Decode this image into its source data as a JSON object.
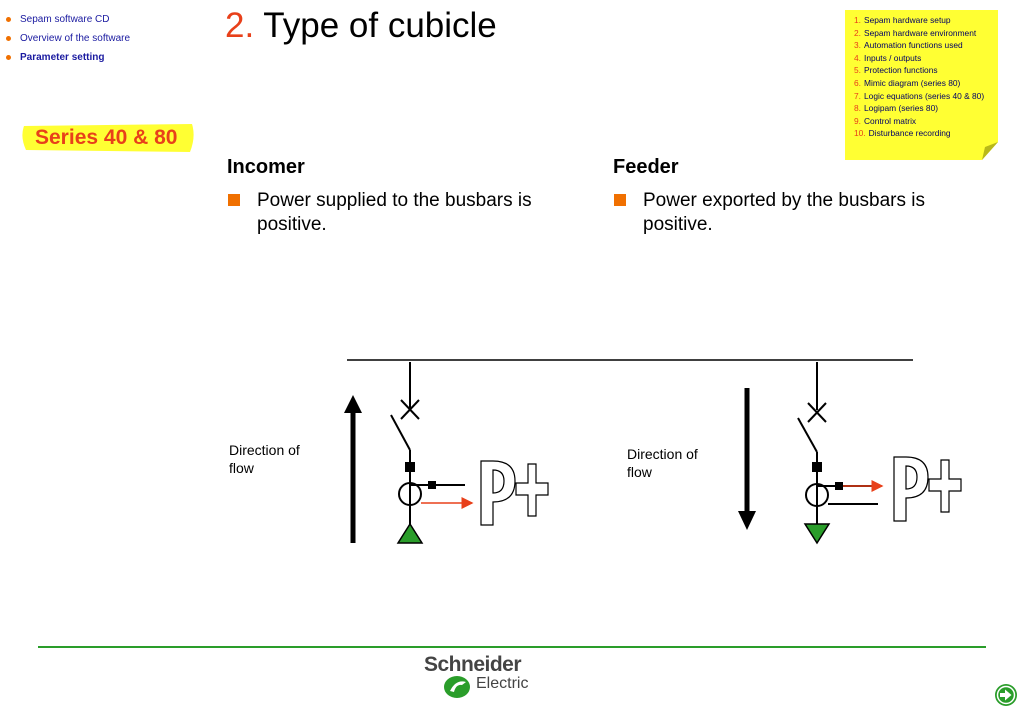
{
  "nav": {
    "items": [
      {
        "label": "Sepam software CD",
        "active": false
      },
      {
        "label": "Overview of the software",
        "active": false
      },
      {
        "label": "Parameter setting",
        "active": true
      }
    ]
  },
  "series_label": "Series 40 & 80",
  "title": {
    "number": "2.",
    "text": "Type of cubicle"
  },
  "toc": [
    {
      "n": "1.",
      "t": "Sepam hardware setup"
    },
    {
      "n": "2.",
      "t": "Sepam hardware environment"
    },
    {
      "n": "3.",
      "t": "Automation functions used"
    },
    {
      "n": "4.",
      "t": "Inputs / outputs"
    },
    {
      "n": "5.",
      "t": "Protection functions"
    },
    {
      "n": "6.",
      "t": "Mimic diagram (series 80)"
    },
    {
      "n": "7.",
      "t": "Logic equations (series 40 & 80)"
    },
    {
      "n": "8.",
      "t": "Logipam (series 80)"
    },
    {
      "n": "9.",
      "t": "Control matrix"
    },
    {
      "n": "10.",
      "t": "Disturbance recording"
    }
  ],
  "incomer": {
    "heading": "Incomer",
    "bullet": "Power supplied to the busbars is positive.",
    "direction_line1": "Direction of",
    "direction_line2": "flow"
  },
  "feeder": {
    "heading": "Feeder",
    "bullet": "Power exported by the busbars is positive.",
    "direction_line1": "Direction of",
    "direction_line2": "flow"
  },
  "footer": {
    "logo_line1": "Schneider",
    "logo_line2": "Electric"
  },
  "colors": {
    "accent": "#e8401a",
    "bullet": "#f07000",
    "note": "#ffff33",
    "green": "#2a9d2a"
  },
  "icons": {
    "next": "arrow-right-circle-icon",
    "logo": "schneider-electric-logo-icon"
  }
}
